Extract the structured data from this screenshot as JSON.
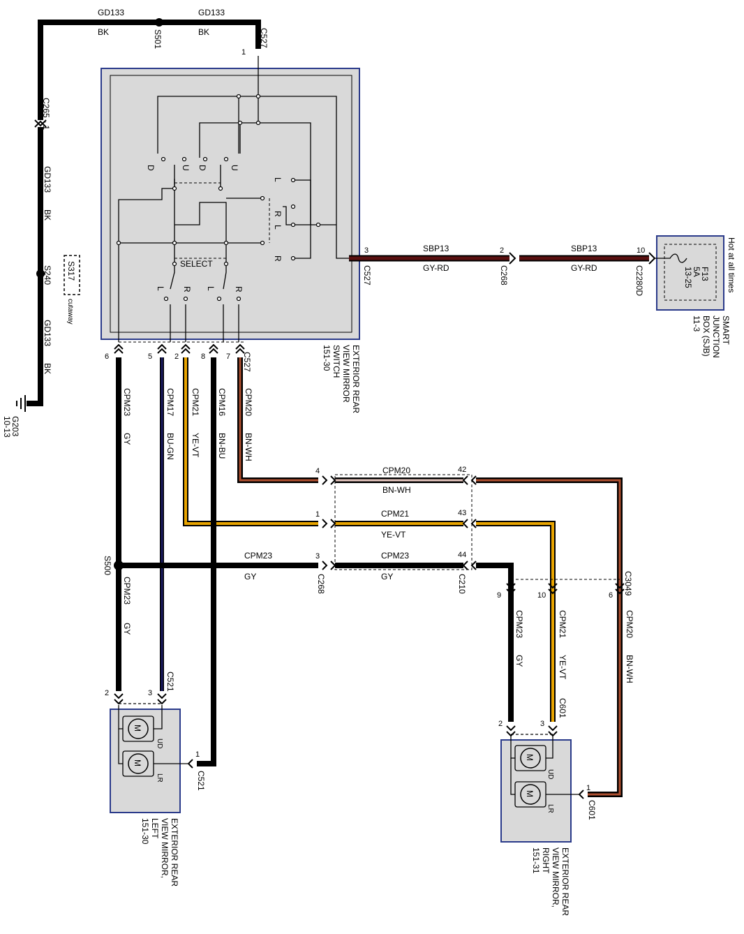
{
  "wiring_diagram": {
    "ground_circuit": {
      "circuit": "GD133",
      "color": "BK",
      "splice_top": "S501",
      "splice_left": "S240",
      "inline_connector": "C265 - 1",
      "cutaway_splice": "S317",
      "cutaway_label": "cutaway",
      "ground_point": "G203",
      "ground_ref": "10-13"
    },
    "switch": {
      "connector": "C527",
      "top_pin": "1",
      "title_line1": "EXTERIOR REAR",
      "title_line2": "VIEW MIRROR",
      "title_line3": "SWITCH",
      "ref": "151-30",
      "select_label": "SELECT",
      "pos_D": "D",
      "pos_U": "U",
      "pos_L": "L",
      "pos_R": "R"
    },
    "power_feed": {
      "circuit": "SBP13",
      "color": "GY-RD",
      "pin_switch": "3",
      "pin_c268": "2",
      "connector_c268": "C268",
      "pin_sjb": "10",
      "connector_sjb": "C2280D",
      "hot_label": "Hot at all times",
      "fuse_name": "F13",
      "fuse_rating": "5A",
      "fuse_ref": "13-25",
      "sjb_line1": "SMART",
      "sjb_line2": "JUNCTION",
      "sjb_line3": "BOX (SJB)",
      "sjb_ref": "11-3"
    },
    "switch_outputs": [
      {
        "pin": "6",
        "circuit": "CPM23",
        "color": "GY"
      },
      {
        "pin": "5",
        "circuit": "CPM17",
        "color": "BU-GN"
      },
      {
        "pin": "2",
        "circuit": "CPM21",
        "color": "YE-VT"
      },
      {
        "pin": "8",
        "circuit": "CPM16",
        "color": "BN-BU"
      },
      {
        "pin": "7",
        "circuit": "CPM20",
        "color": "BN-WH"
      }
    ],
    "crossover": {
      "c268_label": "C268",
      "c210_label": "C210",
      "s500_label": "S500",
      "rows": [
        {
          "circuit": "CPM20",
          "color": "BN-WH",
          "pin_c268": "4",
          "pin_c210": "42"
        },
        {
          "circuit": "CPM21",
          "color": "YE-VT",
          "pin_c268": "1",
          "pin_c210": "43"
        },
        {
          "circuit": "CPM23",
          "color": "GY",
          "pin_c268": "3",
          "pin_c210": "44"
        }
      ]
    },
    "left_mirror": {
      "connector": "C521",
      "pin_2": "2",
      "pin_3": "3",
      "pin_1": "1",
      "below_s500_circuit": "CPM23",
      "below_s500_color": "GY",
      "motor_symbol": "M",
      "ud_label": "UD",
      "lr_label": "LR",
      "title_line1": "EXTERIOR REAR",
      "title_line2": "VIEW MIRROR,",
      "title_line3": "LEFT",
      "ref": "151-30"
    },
    "right_mirror": {
      "inline_connector": "C3049",
      "connector": "C601",
      "pin_9": "9",
      "pin_10": "10",
      "pin_6": "6",
      "pin_2": "2",
      "pin_3": "3",
      "pin_1": "1",
      "wires": [
        {
          "circuit": "CPM23",
          "color": "GY"
        },
        {
          "circuit": "CPM21",
          "color": "YE-VT"
        },
        {
          "circuit": "CPM20",
          "color": "BN-WH"
        }
      ],
      "motor_symbol": "M",
      "ud_label": "UD",
      "lr_label": "LR",
      "title_line1": "EXTERIOR REAR",
      "title_line2": "VIEW MIRROR,",
      "title_line3": "RIGHT",
      "ref": "151-31"
    },
    "colors": {
      "wire_black": "#000000",
      "wire_gy_rd": "#5a1010",
      "wire_ye_vt": "#e8a400",
      "wire_bn_wh": "#b05030",
      "wire_bu_gn": "#1a1a60",
      "box_fill": "#d9d9d9",
      "box_border": "#2a3a8a"
    }
  }
}
